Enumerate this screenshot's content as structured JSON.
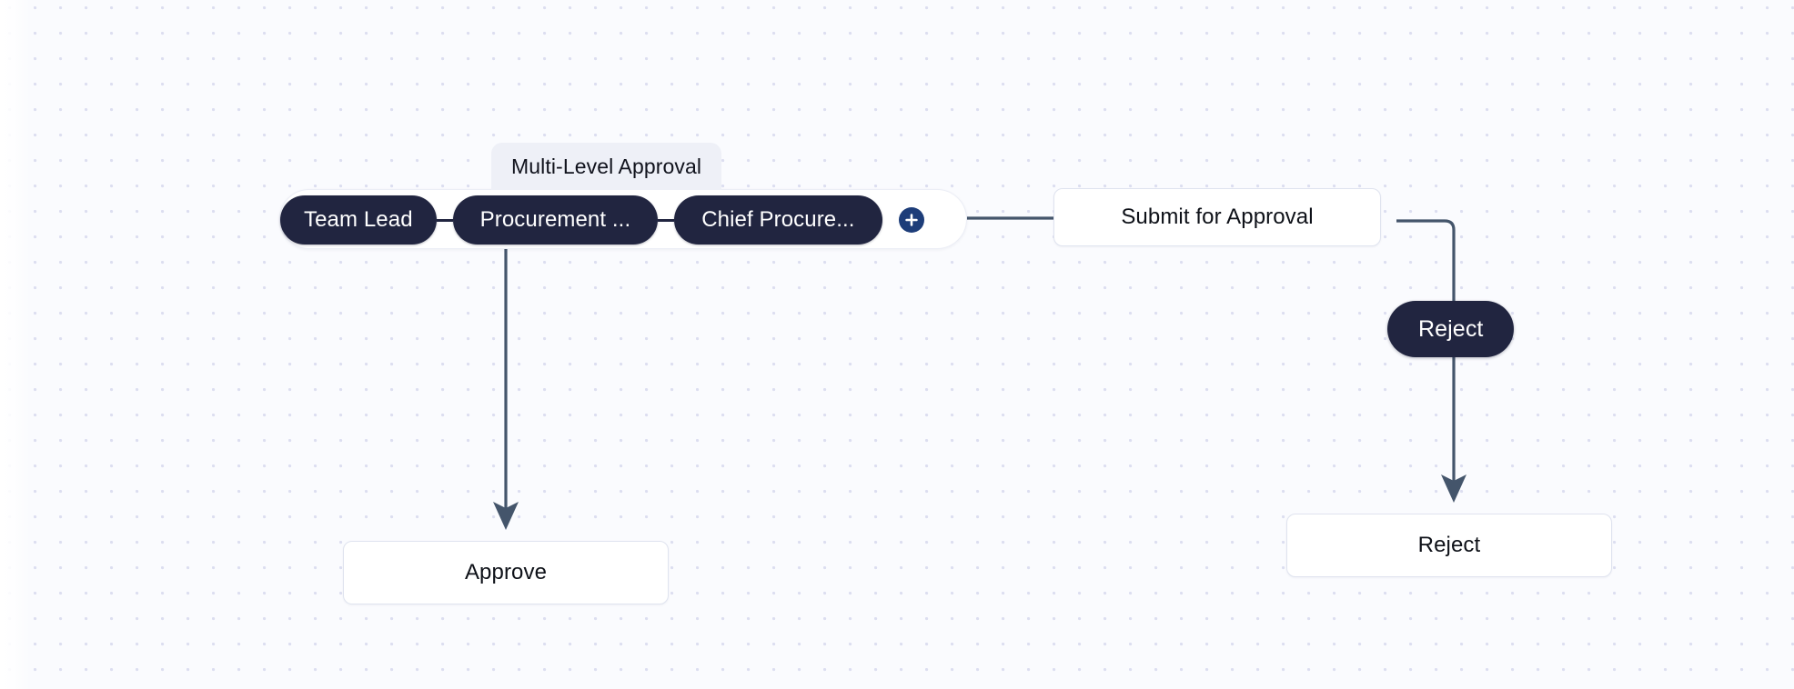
{
  "canvas": {
    "label": "workflow-canvas",
    "grid": "dotted",
    "background_color": "#fafbfe",
    "dot_color": "#dcdef0"
  },
  "group": {
    "title": "Multi-Level Approval",
    "stages": [
      {
        "label": "Team Lead"
      },
      {
        "label": "Procurement ..."
      },
      {
        "label": "Chief Procure..."
      }
    ],
    "add_button": {
      "icon": "plus-icon",
      "color": "#1d3d79"
    }
  },
  "nodes": {
    "submit_for_approval": {
      "label": "Submit for Approval"
    },
    "approve": {
      "label": "Approve"
    },
    "reject_pill": {
      "label": "Reject"
    },
    "reject_task": {
      "label": "Reject"
    }
  },
  "edges": {
    "color": "#44556b",
    "items": [
      {
        "from": "add-stage-button",
        "to": "submit-for-approval",
        "style": "straight-horizontal"
      },
      {
        "from": "multi-level-approval-group",
        "to": "approve",
        "style": "straight-vertical-arrow"
      },
      {
        "from": "submit-for-approval",
        "to": "reject-pill",
        "style": "elbow-right-down"
      },
      {
        "from": "reject-pill",
        "to": "reject-task",
        "style": "straight-vertical-arrow"
      }
    ]
  }
}
